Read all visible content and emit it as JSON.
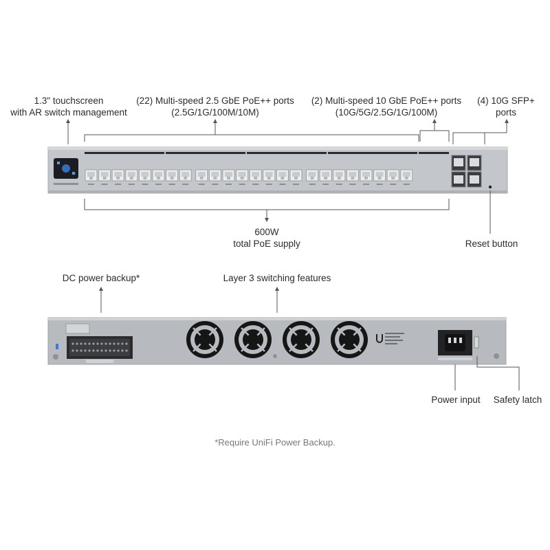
{
  "front": {
    "touchscreen": [
      "1.3\" touchscreen",
      "with AR switch management"
    ],
    "ports_25g": [
      "(22) Multi-speed 2.5 GbE PoE++ ports",
      "(2.5G/1G/100M/10M)"
    ],
    "ports_10g": [
      "(2) Multi-speed 10 GbE PoE++ ports",
      "(10G/5G/2.5G/1G/100M)"
    ],
    "sfp": [
      "(4) 10G SFP+",
      "ports"
    ],
    "poe": [
      "600W",
      "total PoE supply"
    ],
    "reset": "Reset button"
  },
  "rear": {
    "dc_backup": "DC power backup*",
    "layer3": "Layer 3 switching features",
    "power_input": "Power input",
    "safety_latch": "Safety latch"
  },
  "footnote": "*Require UniFi Power Backup.",
  "colors": {
    "chassis": "#bcc0c4",
    "chassis_edge": "#a9adb1",
    "port": "#e9eaeb",
    "dark": "#1e1e1e",
    "line": "#555555"
  },
  "icons": [
    "touchscreen-display",
    "rj45-port",
    "sfp-port",
    "fan-icon",
    "dc-connector",
    "ac-power-inlet",
    "ubiquiti-logo"
  ]
}
